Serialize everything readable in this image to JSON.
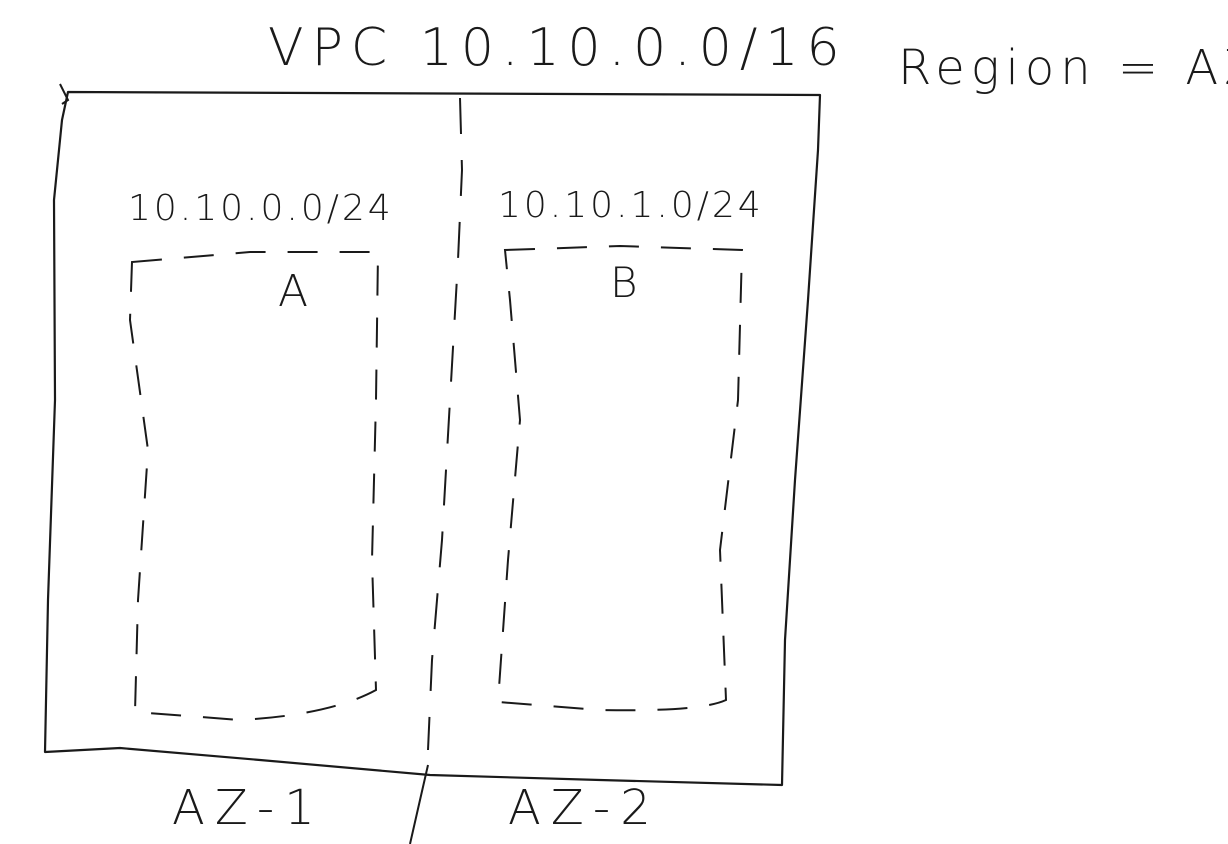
{
  "vpc": {
    "label": "VPC 10.10.0.0/16"
  },
  "region_note": "Region = AZs",
  "subnets": [
    {
      "name": "A",
      "cidr": "10.10.0.0/24"
    },
    {
      "name": "B",
      "cidr": "10.10.1.0/24"
    }
  ],
  "availability_zones": [
    {
      "label": "AZ-1"
    },
    {
      "label": "AZ-2"
    }
  ],
  "colors": {
    "ink": "#1a1a1a",
    "background": "#ffffff"
  }
}
